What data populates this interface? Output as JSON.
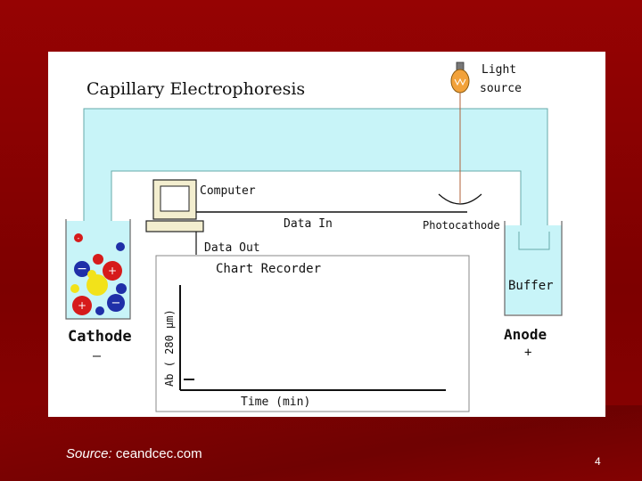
{
  "slide": {
    "source_prefix": "Source:",
    "source_site": "ceandcec.com",
    "page_number": "4"
  },
  "diagram": {
    "title": "Capillary Electrophoresis",
    "light_source_line1": "Light",
    "light_source_line2": "source",
    "computer": "Computer",
    "data_in": "Data In",
    "photocathode": "Photocathode",
    "data_out": "Data Out",
    "chart_recorder": "Chart Recorder",
    "buffer": "Buffer",
    "cathode": "Cathode",
    "cathode_sign": "—",
    "anode": "Anode",
    "anode_sign": "+",
    "y_axis": "Ab ( 280 µm)",
    "x_axis": "Time (min)"
  },
  "colors": {
    "slide_background": "#8b0000",
    "capillary_fill": "#c8f4f8",
    "positive_ion": "#d61b1b",
    "negative_ion": "#1f2fa8",
    "neutral_ion": "#f2e21a",
    "light_bulb": "#f2a23a"
  }
}
